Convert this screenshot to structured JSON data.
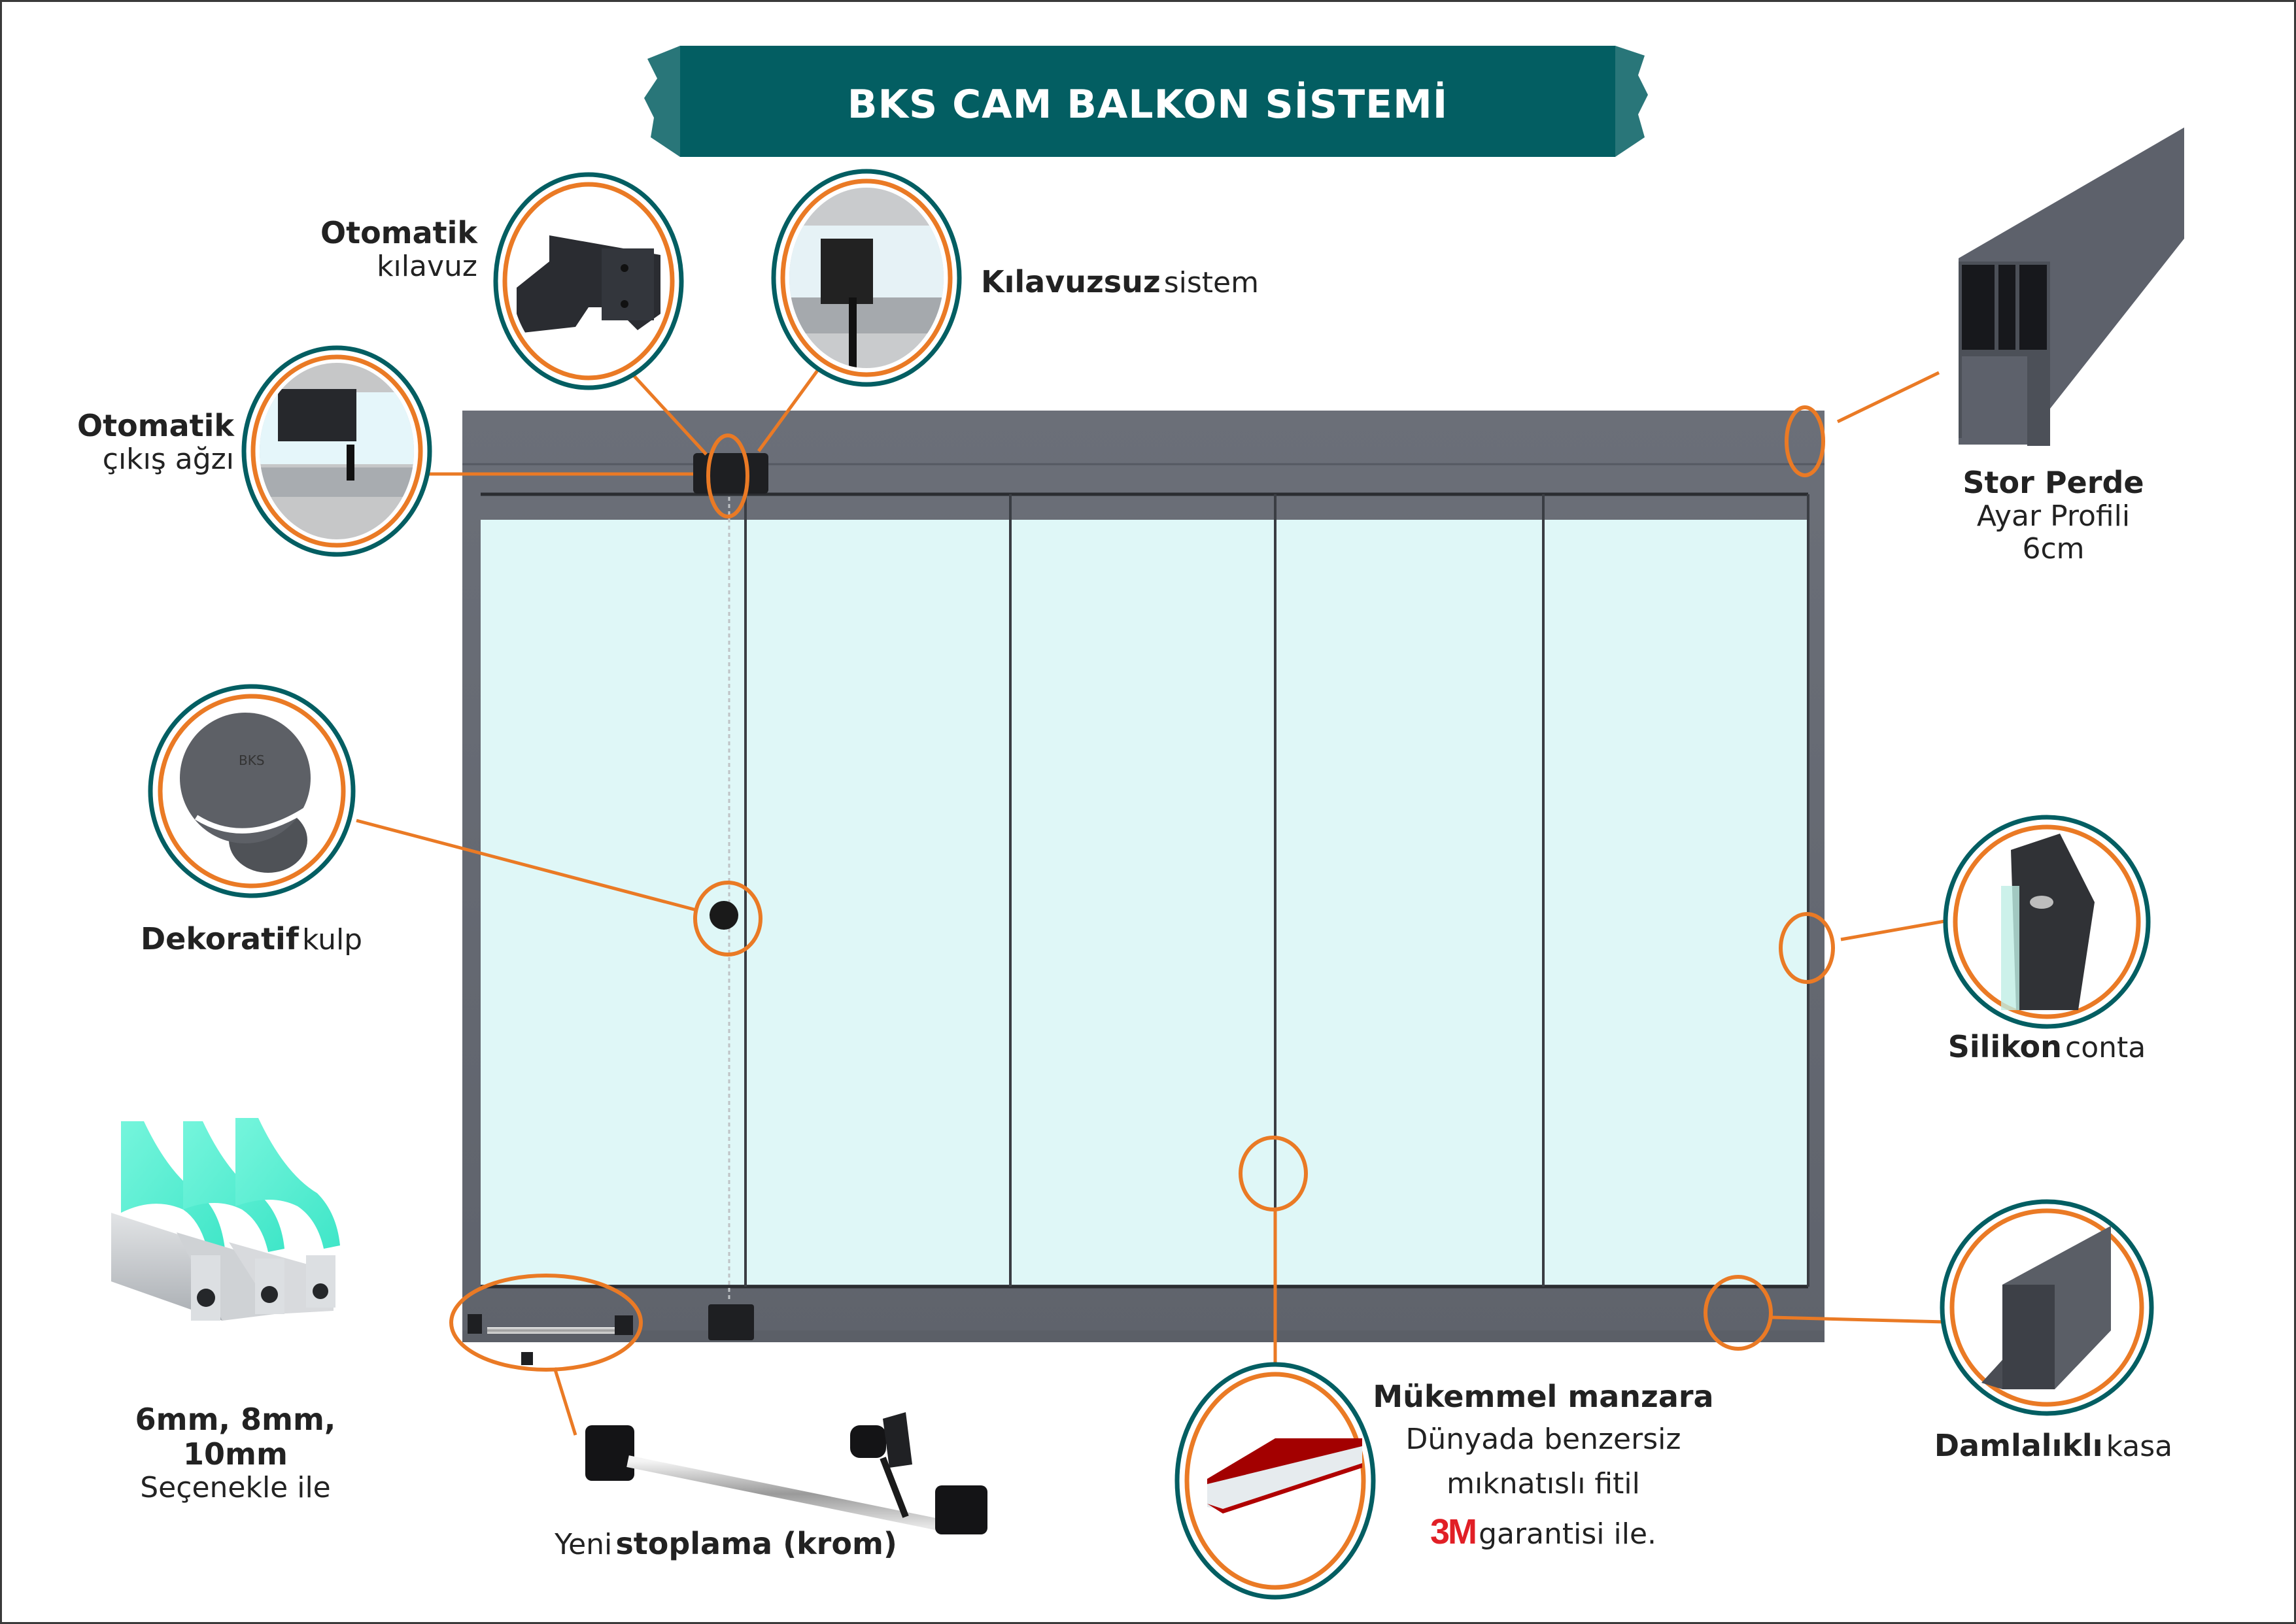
{
  "title": "BKS CAM BALKON SİSTEMİ",
  "colors": {
    "banner": "#035e62",
    "accent_ring_outer": "#035e62",
    "accent_ring_inner": "#ea7a25",
    "callout_line": "#ea7a25",
    "frame": "#676b74",
    "frame_dark": "#4a4e56",
    "glass": "#dff7f7",
    "hardware": "#1e1f22",
    "glass_sample": "#6ff2d8",
    "brand_3m": "#e11f26"
  },
  "callouts": [
    {
      "id": "otomatik-kilavuz",
      "bold": "Otomatik",
      "regular": "kılavuz",
      "icon": "guide-bracket-icon"
    },
    {
      "id": "kilavuzsuz-sistem",
      "bold": "Kılavuzsuz",
      "regular": "sistem",
      "icon": "guideless-plate-icon"
    },
    {
      "id": "otomatik-cikis-agzi",
      "bold": "Otomatik",
      "regular": "çıkış ağzı",
      "icon": "exit-mouth-icon"
    },
    {
      "id": "stor-perde",
      "bold": "Stor Perde",
      "regular_lines": [
        "Ayar Profili",
        "6cm"
      ],
      "icon": "blind-profile-icon"
    },
    {
      "id": "dekoratif-kulp",
      "bold": "Dekoratif",
      "regular": "kulp",
      "icon": "knob-handle-icon",
      "knob_logo": "BKS"
    },
    {
      "id": "silikon-conta",
      "bold": "Silikon",
      "regular": "conta",
      "icon": "silicone-gasket-icon"
    },
    {
      "id": "cam-kalinligi",
      "bold_lines": [
        "6mm, 8mm,",
        "10mm"
      ],
      "regular": "Seçenekle ile",
      "icon": "glass-thickness-icon"
    },
    {
      "id": "stoplama",
      "regular": "Yeni",
      "bold": "stoplama (krom)",
      "icon": "chrome-stopper-icon"
    },
    {
      "id": "mukemmel-manzara",
      "bold": "Mükemmel manzara",
      "regular_lines": [
        "Dünyada benzersiz",
        "mıknatıslı fitil"
      ],
      "brand": "3M",
      "tail": "garantisi ile.",
      "icon": "magnetic-strip-icon"
    },
    {
      "id": "damlalikli-kasa",
      "bold": "Damlalıklı",
      "regular": "kasa",
      "icon": "drip-frame-icon"
    }
  ],
  "system": {
    "panel_count": 5
  }
}
